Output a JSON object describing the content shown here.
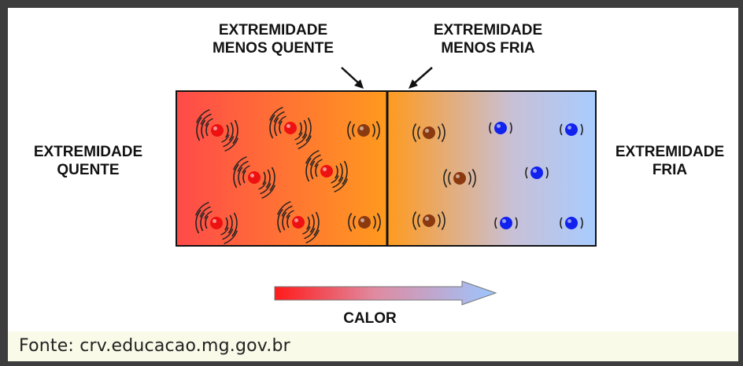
{
  "labels": {
    "top_left_line1": "EXTREMIDADE",
    "top_left_line2": "MENOS QUENTE",
    "top_right_line1": "EXTREMIDADE",
    "top_right_line2": "MENOS FRIA",
    "left_line1": "EXTREMIDADE",
    "left_line2": "QUENTE",
    "right_line1": "EXTREMIDADE",
    "right_line2": "FRIA",
    "arrow_label": "CALOR"
  },
  "source": "Fonte: crv.educacao.mg.gov.br",
  "colors": {
    "hot": "#ff4444",
    "warm": "#ff9a1e",
    "cold": "#a8ccff",
    "red_particle": "#ee1111",
    "brown_particle": "#8b3a10",
    "blue_particle": "#1122ee"
  },
  "particles": {
    "hot_red": 6,
    "hot_brown": 2,
    "cold_brown": 3,
    "cold_blue": 5
  }
}
